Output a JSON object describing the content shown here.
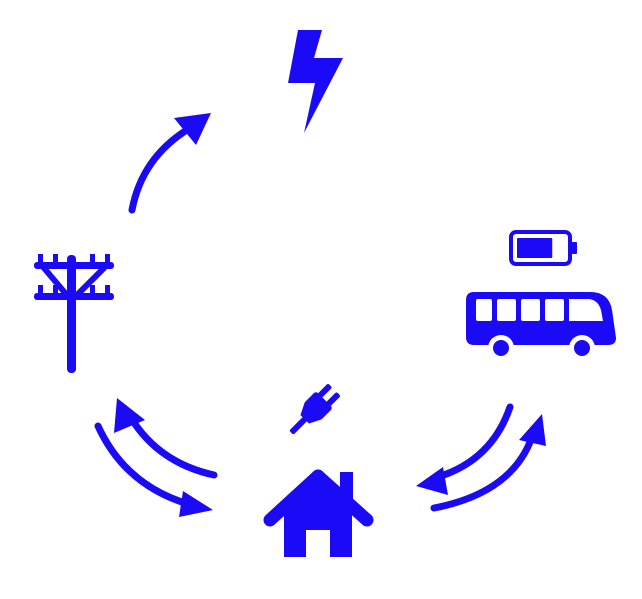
{
  "diagram": {
    "accent_color": "#1a0af5",
    "background_color": "#ffffff",
    "nodes": [
      {
        "id": "lightning",
        "icon": "lightning-bolt-icon"
      },
      {
        "id": "power-pole",
        "icon": "utility-pole-icon"
      },
      {
        "id": "bus",
        "icon": "electric-bus-icon"
      },
      {
        "id": "battery",
        "icon": "battery-icon",
        "charge_level": 0.75
      },
      {
        "id": "plug",
        "icon": "plug-icon"
      },
      {
        "id": "house",
        "icon": "house-icon"
      }
    ],
    "flows": [
      {
        "from": "power-pole",
        "to": "lightning",
        "direction": "one-way"
      },
      {
        "from": "power-pole",
        "to": "house",
        "direction": "two-way"
      },
      {
        "from": "house",
        "to": "bus",
        "direction": "two-way"
      }
    ]
  }
}
